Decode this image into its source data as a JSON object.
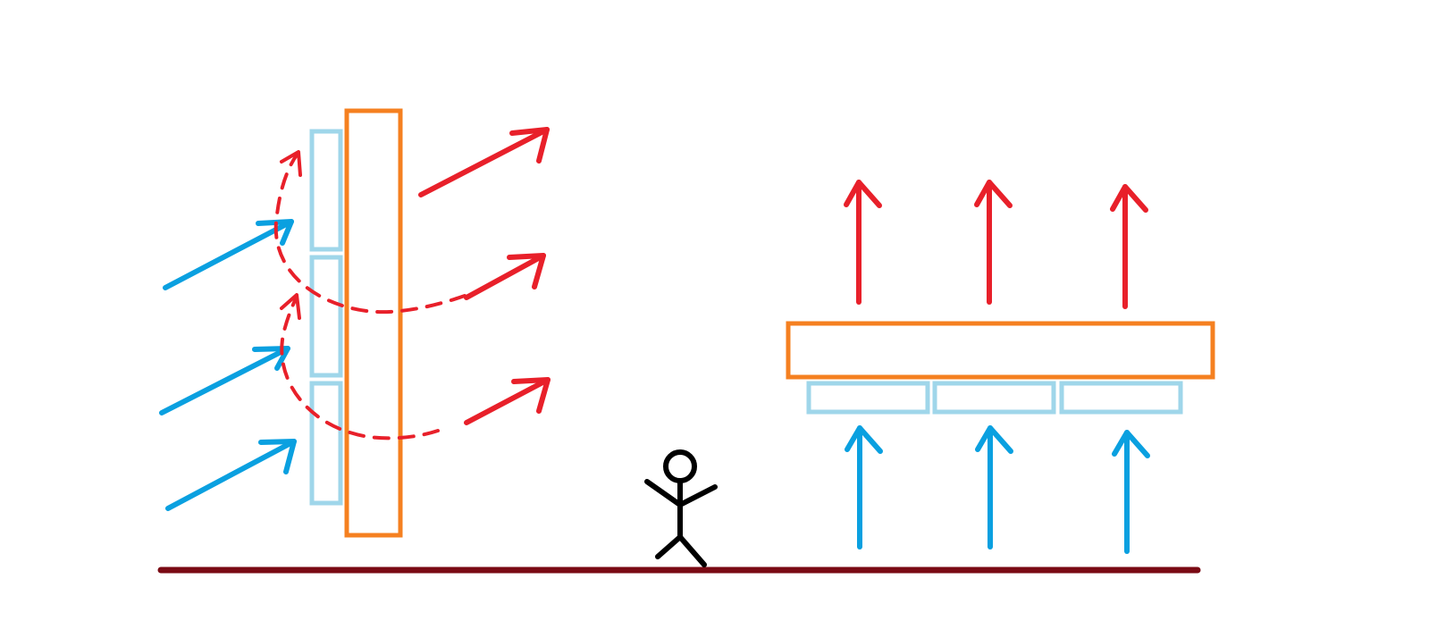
{
  "colors": {
    "background": "#ffffff",
    "panel_outline": "#f58020",
    "cell_outline": "#9fd6ea",
    "incoming_arrow": "#0aa0e0",
    "outgoing_arrow": "#e8202a",
    "figure": "#000000",
    "ground": "#7a0a14"
  },
  "elements": {
    "vertical_panel": "vertical-panel",
    "vertical_cells": 3,
    "horizontal_panel": "horizontal-panel",
    "horizontal_cells": 3,
    "incoming_left_arrows": 3,
    "outgoing_left_arrows": 3,
    "incoming_right_arrows": 3,
    "outgoing_right_arrows": 3,
    "person": "stick-figure"
  }
}
